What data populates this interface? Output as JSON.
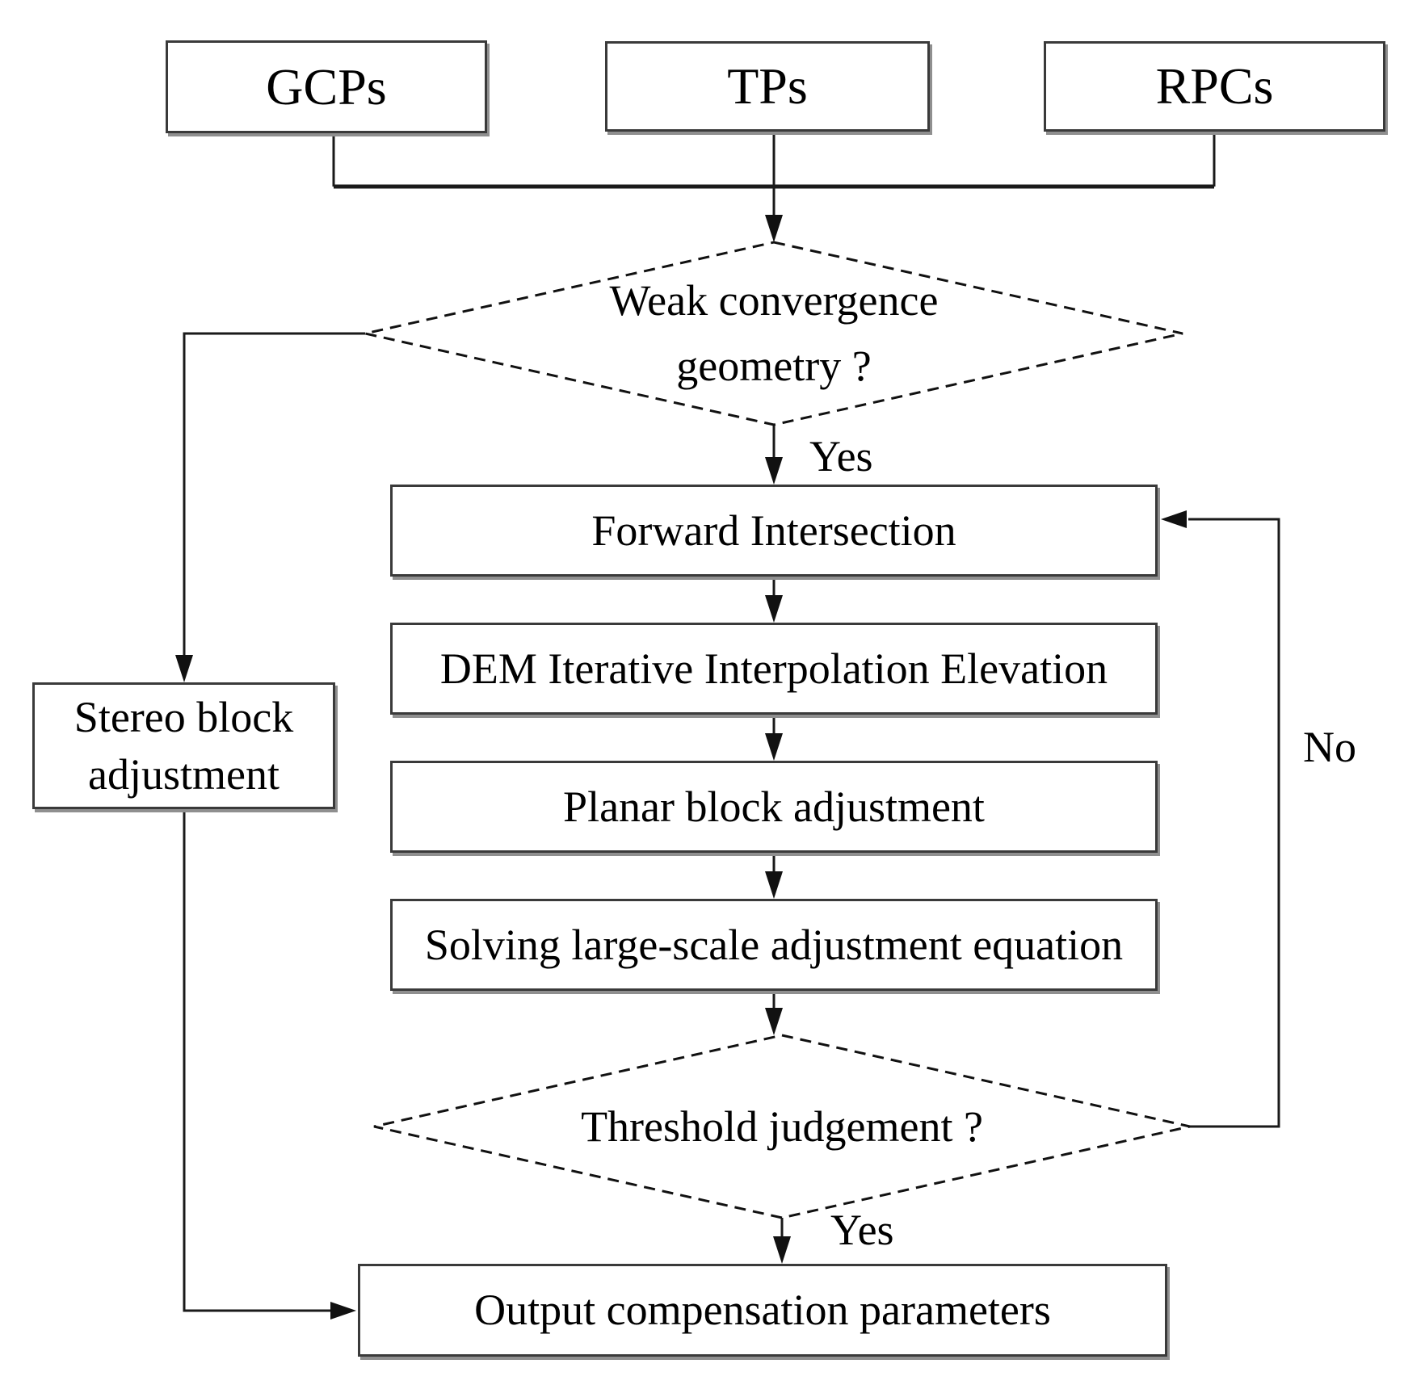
{
  "diagram": {
    "inputs": [
      {
        "label": "GCPs"
      },
      {
        "label": "TPs"
      },
      {
        "label": "RPCs"
      }
    ],
    "decision_weak_convergence": {
      "line1": "Weak convergence",
      "line2": "geometry ?",
      "yes_label": "Yes"
    },
    "process_boxes": [
      "Forward Intersection",
      "DEM Iterative Interpolation Elevation",
      "Planar block adjustment",
      "Solving large-scale adjustment equation"
    ],
    "stereo_branch": {
      "line1": "Stereo block",
      "line2": "adjustment"
    },
    "decision_threshold": {
      "label": "Threshold judgement ?",
      "yes_label": "Yes",
      "no_label": "No"
    },
    "output_box": {
      "label": "Output compensation  parameters"
    }
  },
  "colors": {
    "line": "#1a1a1a",
    "box_border": "#3a3a3a",
    "shadow": "#8f8f8f",
    "background": "#ffffff",
    "text": "#000000"
  }
}
